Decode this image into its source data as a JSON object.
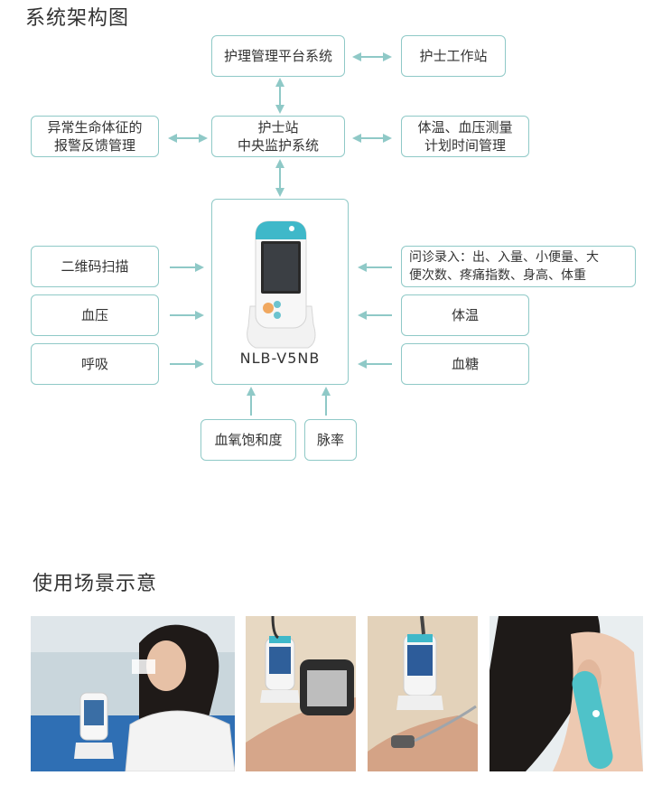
{
  "section1_title": "系统架构图",
  "section2_title": "使用场景示意",
  "nodes": {
    "platform": "护理管理平台系统",
    "nurse_workstation": "护士工作站",
    "central": [
      "护士站",
      "中央监护系统"
    ],
    "alert": [
      "异常生命体征的",
      "报警反馈管理"
    ],
    "schedule": [
      "体温、血压测量",
      "计划时间管理"
    ],
    "qr": "二维码扫描",
    "bp": "血压",
    "resp": "呼吸",
    "inquiry": [
      "问诊录入：出、入量、小便量、大",
      "便次数、疼痛指数、身高、体重"
    ],
    "temp": "体温",
    "glucose": "血糖",
    "spo2": "血氧饱和度",
    "pulse": "脉率",
    "device": "NLB-V5NB"
  },
  "colors": {
    "border": "#8fc9c7",
    "arrow": "#8fc9c7",
    "device_accent": "#3fb8c9"
  }
}
